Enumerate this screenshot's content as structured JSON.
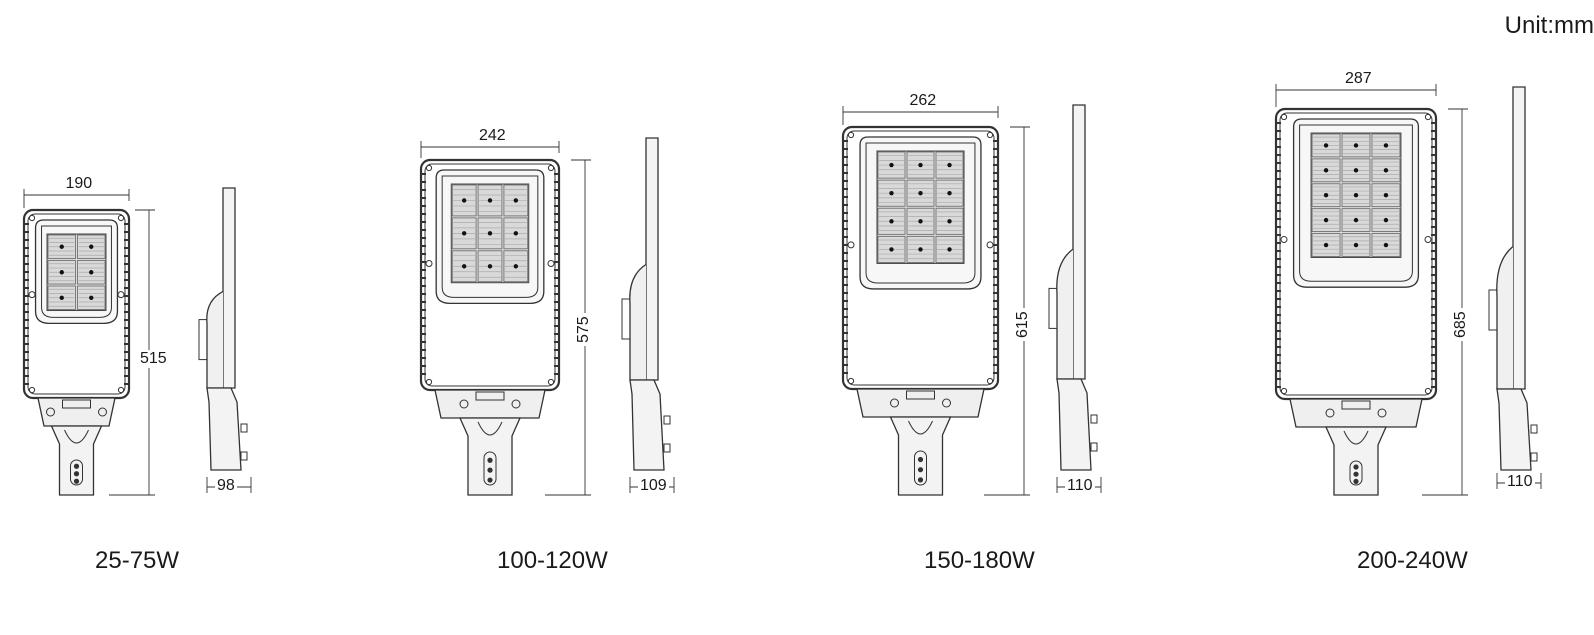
{
  "unit_label": "Unit:mm",
  "models": [
    {
      "caption": "25-75W",
      "width": "190",
      "length": "515",
      "depth": "98",
      "led_cols": 2,
      "led_rows": 3
    },
    {
      "caption": "100-120W",
      "width": "242",
      "length": "575",
      "depth": "109",
      "led_cols": 3,
      "led_rows": 3
    },
    {
      "caption": "150-180W",
      "width": "262",
      "length": "615",
      "depth": "110",
      "led_cols": 3,
      "led_rows": 4
    },
    {
      "caption": "200-240W",
      "width": "287",
      "length": "685",
      "depth": "110",
      "led_cols": 3,
      "led_rows": 5
    }
  ]
}
